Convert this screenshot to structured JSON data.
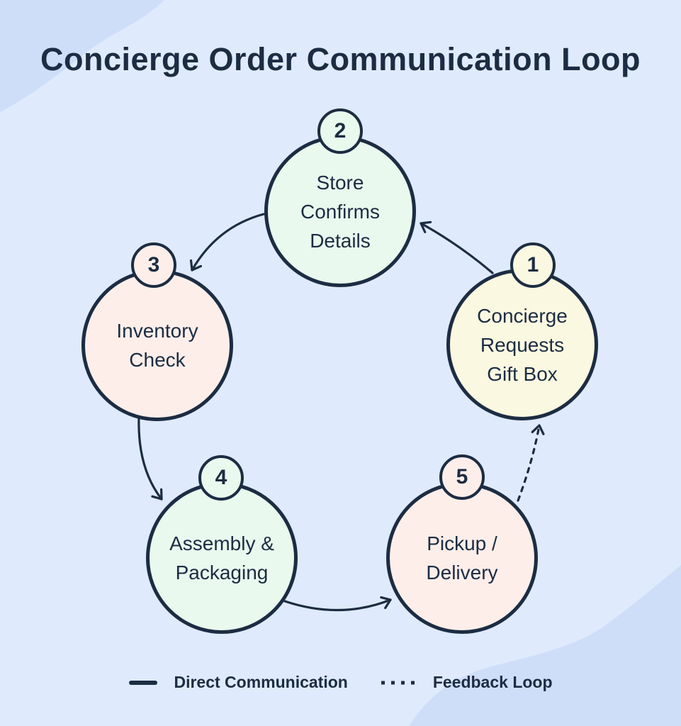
{
  "title": "Concierge Order Communication Loop",
  "colors": {
    "background": "#dfeafc",
    "corner_blob": "#cfdef8",
    "ink": "#1c2c42",
    "node_green": "#e9f9ee",
    "node_pink": "#fdeeea",
    "node_yellow": "#fbf8e1"
  },
  "nodes": [
    {
      "number": "1",
      "label": "Concierge Requests Gift Box",
      "label_lines": [
        "Concierge",
        "Requests",
        "Gift Box"
      ],
      "fill": "#fbf8e1",
      "position": "right"
    },
    {
      "number": "2",
      "label": "Store Confirms Details",
      "label_lines": [
        "Store",
        "Confirms",
        "Details"
      ],
      "fill": "#e9f9ee",
      "position": "top"
    },
    {
      "number": "3",
      "label": "Inventory Check",
      "label_lines": [
        "Inventory",
        "Check"
      ],
      "fill": "#fdeeea",
      "position": "left"
    },
    {
      "number": "4",
      "label": "Assembly & Packaging",
      "label_lines": [
        "Assembly &",
        "Packaging"
      ],
      "fill": "#e9f9ee",
      "position": "bottom-left"
    },
    {
      "number": "5",
      "label": "Pickup / Delivery",
      "label_lines": [
        "Pickup /",
        "Delivery"
      ],
      "fill": "#fdeeea",
      "position": "bottom-right"
    }
  ],
  "connectors": [
    {
      "from": "1",
      "to": "2",
      "style": "solid"
    },
    {
      "from": "2",
      "to": "3",
      "style": "solid"
    },
    {
      "from": "3",
      "to": "4",
      "style": "solid"
    },
    {
      "from": "4",
      "to": "5",
      "style": "solid"
    },
    {
      "from": "5",
      "to": "1",
      "style": "dashed"
    }
  ],
  "legend": [
    {
      "style": "solid",
      "label": "Direct Communication"
    },
    {
      "style": "dashed",
      "label": "Feedback Loop"
    }
  ]
}
